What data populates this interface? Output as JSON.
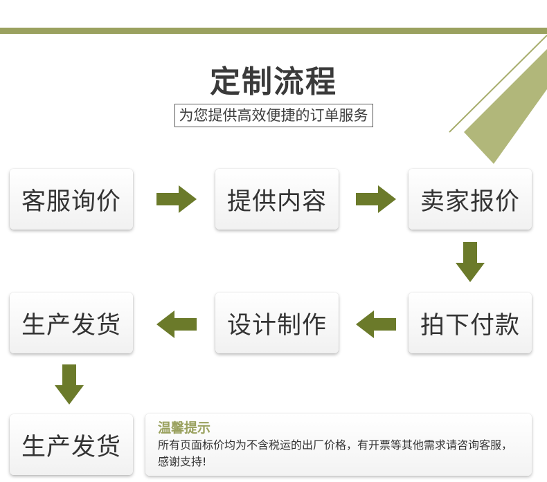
{
  "title": "定制流程",
  "subtitle": "为您提供高效便捷的订单服务",
  "steps": {
    "customer_service": "客服询价",
    "provide_content": "提供内容",
    "seller_quote": "卖家报价",
    "place_order_pay": "拍下付款",
    "design_production": "设计制作",
    "production_shipping": "生产发货",
    "production_shipping_2": "生产发货"
  },
  "notice": {
    "title": "温馨提示",
    "text": "所有页面标价均为不含税运的出厂价格，有开票等其他需求请咨询客服，感谢支持!"
  },
  "colors": {
    "accent": "#9aa15f",
    "arrow": "#6b7a2a",
    "text": "#333333"
  }
}
